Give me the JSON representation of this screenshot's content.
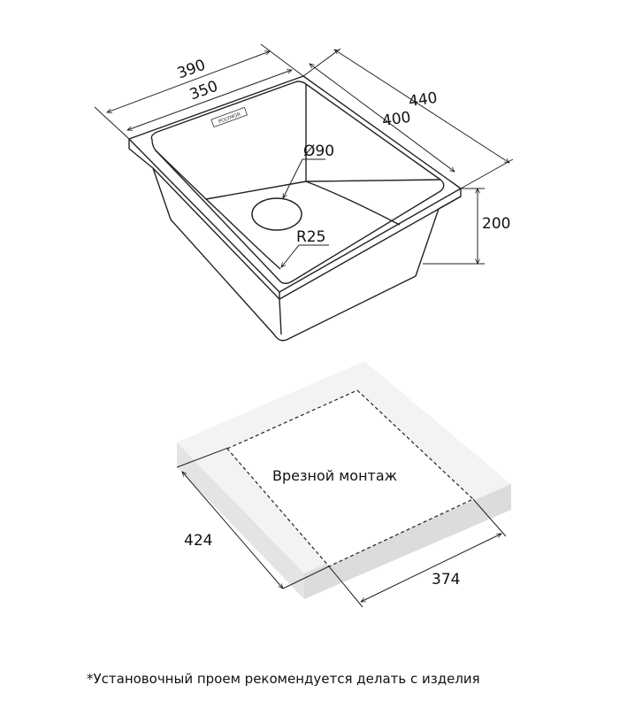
{
  "sink": {
    "dimensions": {
      "outer_width": "390",
      "inner_width": "350",
      "outer_depth": "440",
      "inner_depth": "400",
      "height": "200",
      "drain_diameter": "Ø90",
      "corner_radius": "R25"
    },
    "brand_label": "POLYMOR"
  },
  "cutout": {
    "title": "Врезной монтаж",
    "length": "424",
    "width": "374"
  },
  "footnote": "*Установочный проем рекомендуется делать с изделия"
}
